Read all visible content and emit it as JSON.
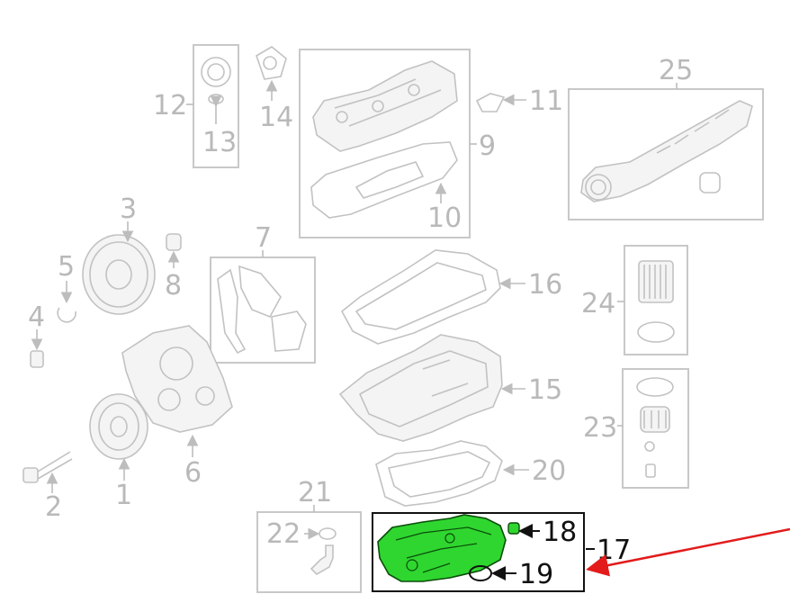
{
  "callouts": {
    "c1": "1",
    "c2": "2",
    "c3": "3",
    "c4": "4",
    "c5": "5",
    "c6": "6",
    "c7": "7",
    "c8": "8",
    "c9": "9",
    "c10": "10",
    "c11": "11",
    "c12": "12",
    "c13": "13",
    "c14": "14",
    "c15": "15",
    "c16": "16",
    "c17": "17",
    "c18": "18",
    "c19": "19",
    "c20": "20",
    "c21": "21",
    "c22": "22",
    "c23": "23",
    "c24": "24",
    "c25": "25"
  },
  "colors": {
    "highlight_part": "#2fd62f",
    "pointer_arrow": "#e31b1b",
    "dimmed": "#c2c2c2",
    "active": "#111111"
  },
  "highlighted_callout": "17"
}
